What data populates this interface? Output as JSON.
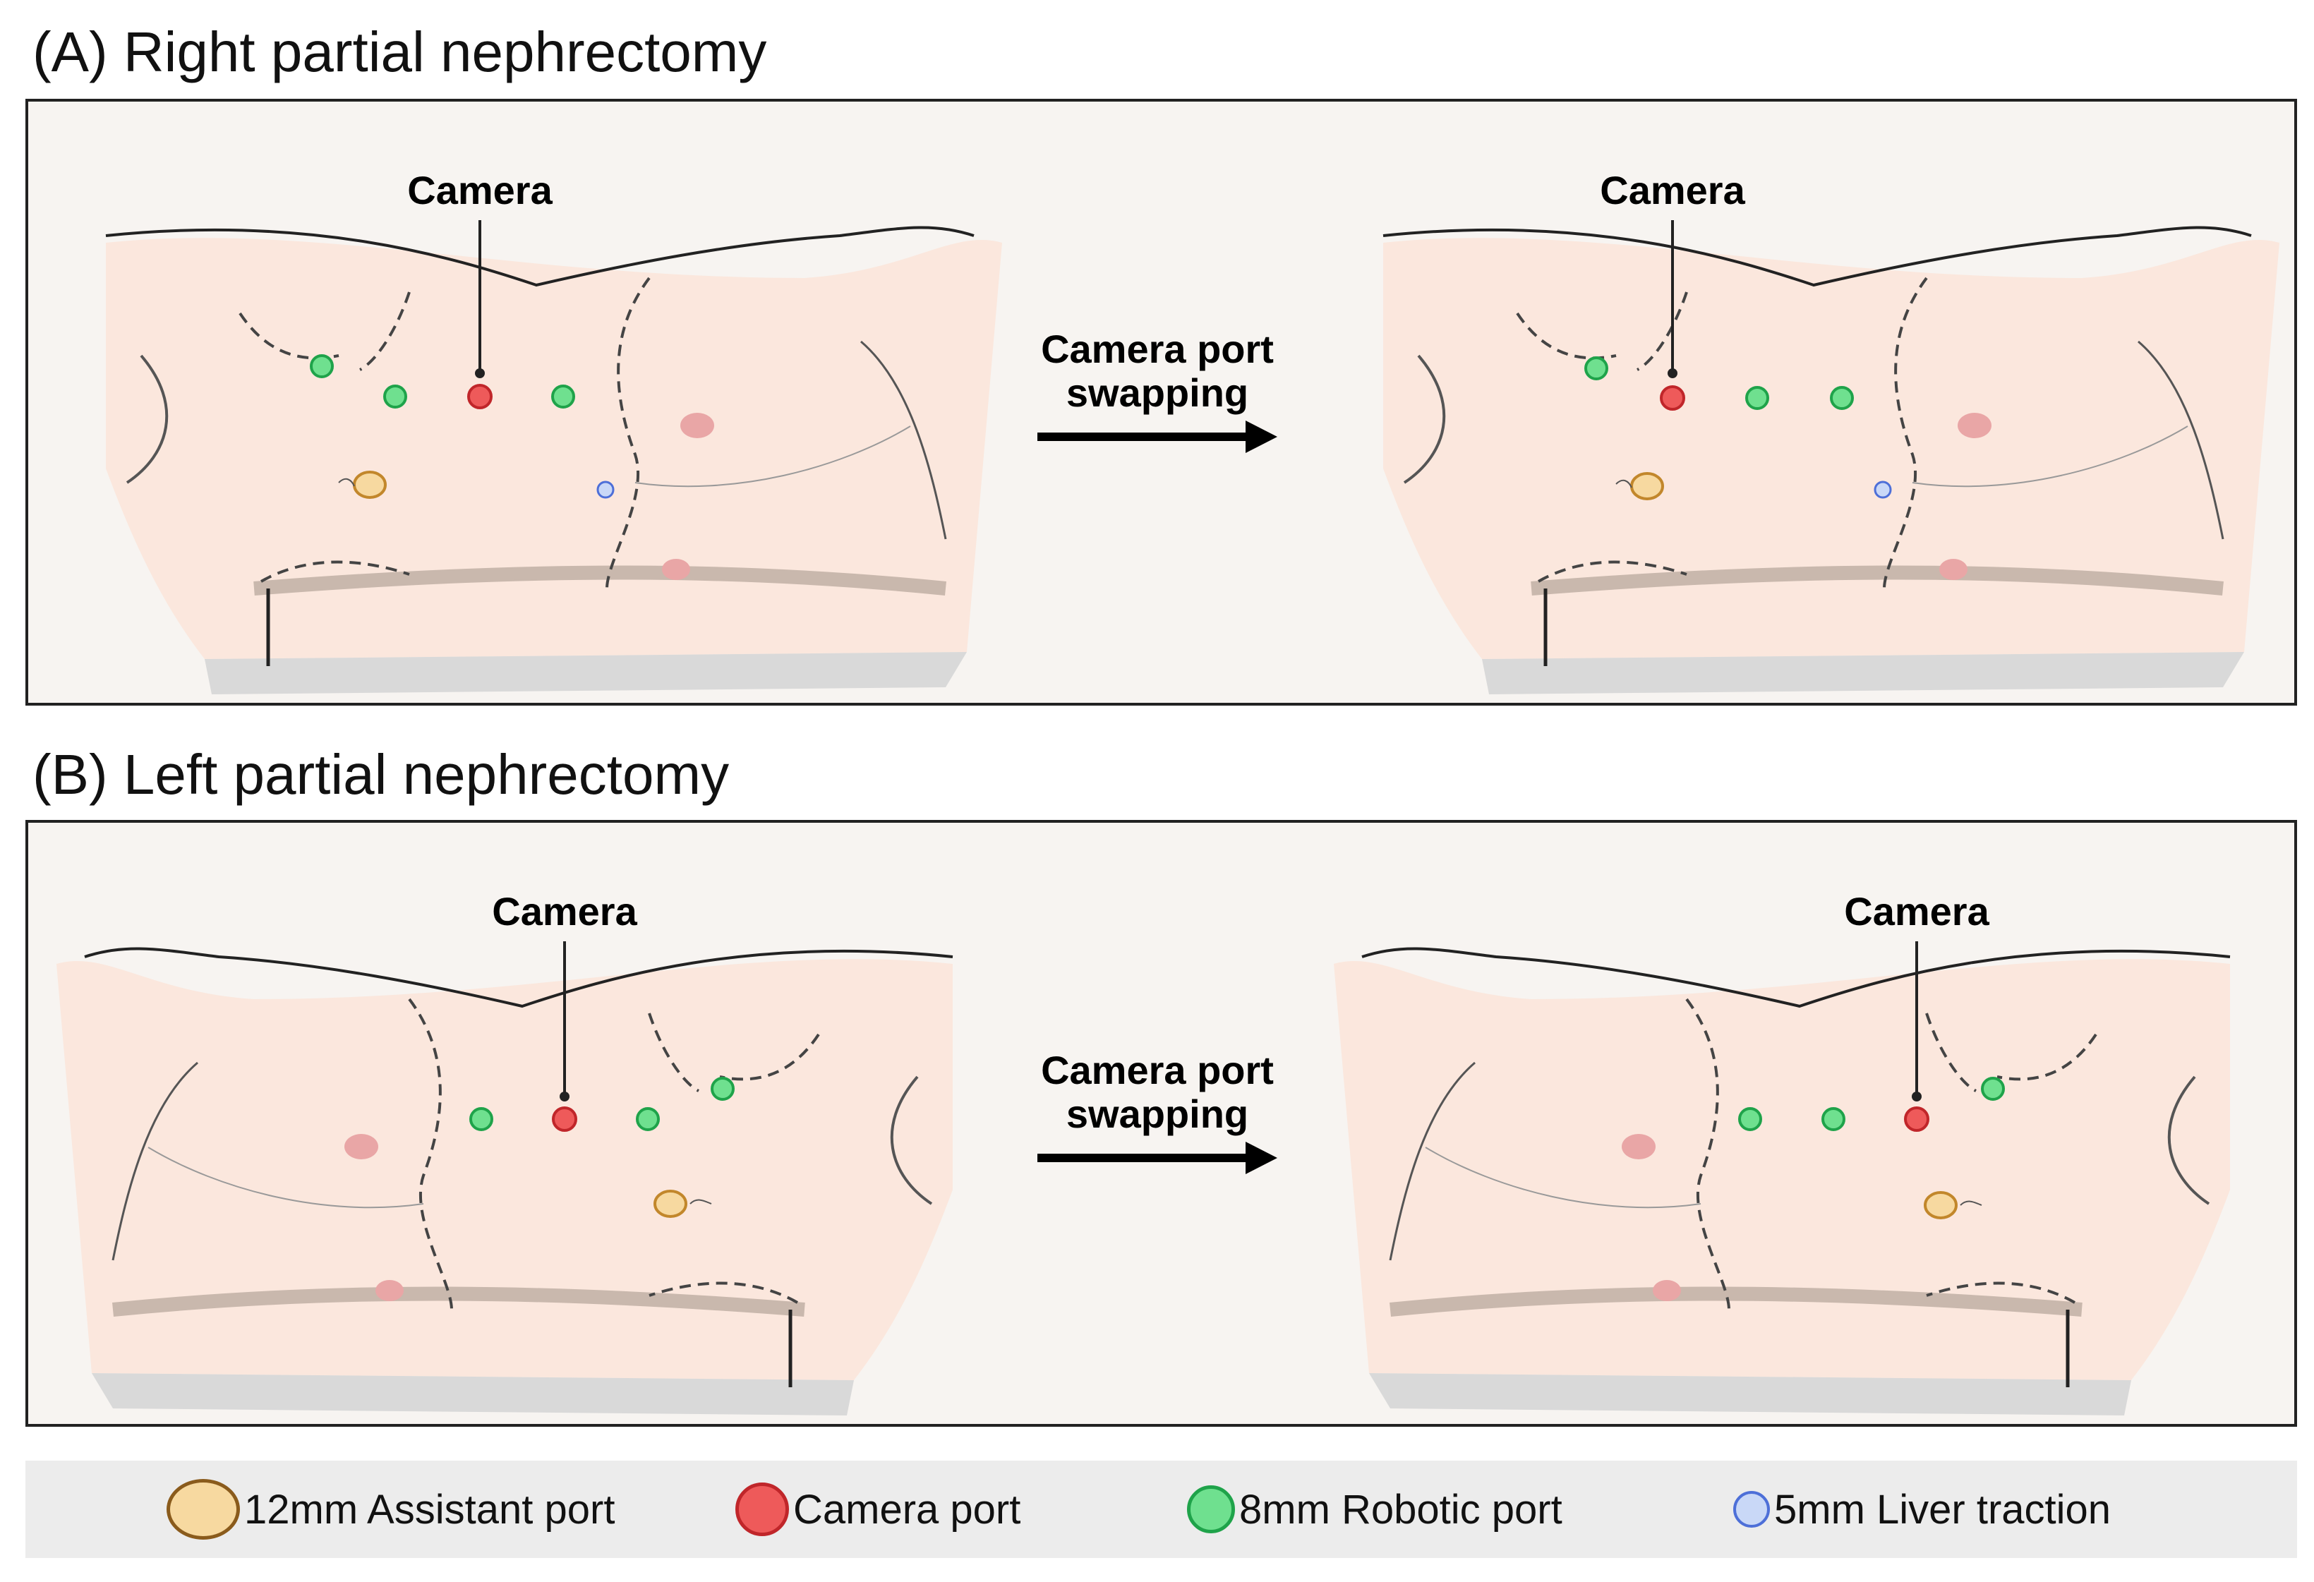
{
  "panels": [
    {
      "title": "(A) Right partial nephrectomy",
      "camera_label": "Camera",
      "swap_label_line1": "Camera port",
      "swap_label_line2": "swapping"
    },
    {
      "title": "(B) Left partial nephrectomy",
      "camera_label": "Camera",
      "swap_label_line1": "Camera port",
      "swap_label_line2": "swapping"
    }
  ],
  "legend": [
    {
      "label": "12mm Assistant port",
      "fill": "#f7d9a0",
      "stroke": "#c2872b",
      "icon": "assistant-port-icon"
    },
    {
      "label": "Camera port",
      "fill": "#ee5a5a",
      "stroke": "#c0262a",
      "icon": "camera-port-icon"
    },
    {
      "label": "8mm Robotic port",
      "fill": "#6fe08f",
      "stroke": "#1fa34a",
      "icon": "robotic-port-icon"
    },
    {
      "label": "5mm Liver traction",
      "fill": "#c9d8f7",
      "stroke": "#4d6fd8",
      "icon": "liver-traction-icon"
    }
  ],
  "colors": {
    "skin": "#fbe6da",
    "skin_shadow": "#e8dcd4",
    "table": "#d9d9d9",
    "panel_bg": "#f7f4f1",
    "nipple": "#e9a6a6"
  }
}
